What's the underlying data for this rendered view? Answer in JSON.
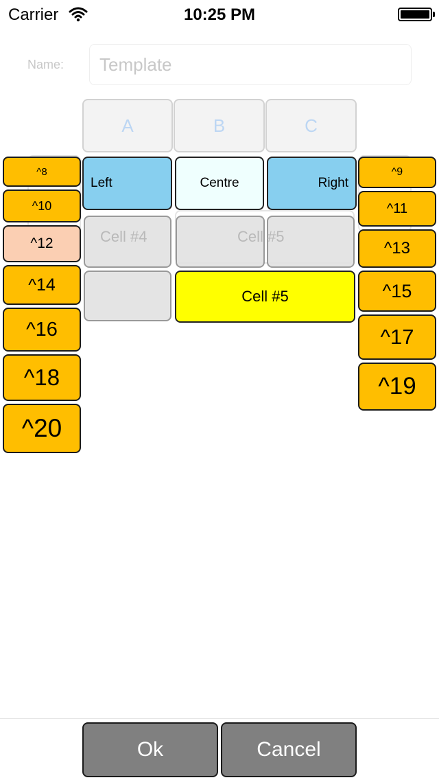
{
  "status_bar": {
    "carrier": "Carrier",
    "time": "10:25 PM"
  },
  "form": {
    "name_label": "Name:",
    "name_placeholder": "Template",
    "name_value": ""
  },
  "columns": [
    "A",
    "B",
    "C"
  ],
  "top_cells": {
    "left": "Left",
    "centre": "Centre",
    "right": "Right"
  },
  "ghost_cells": {
    "cell4": "Cell #4",
    "cell5": "Cell #5"
  },
  "highlight_cell": "Cell #5",
  "left_buttons": [
    "^8",
    "^10",
    "^12",
    "^14",
    "^16",
    "^18",
    "^20"
  ],
  "right_buttons": [
    "^9",
    "^11",
    "^13",
    "^15",
    "^17",
    "^19"
  ],
  "bottom": {
    "ok": "Ok",
    "cancel": "Cancel"
  },
  "colors": {
    "side_button": "#ffbe00",
    "side_button_selected": "#fbcfb3",
    "cell_blue": "#87cfef",
    "cell_centre": "#effffe",
    "cell_highlight": "#ffff00",
    "bottom_button": "#808080"
  },
  "icons": [
    "wifi-icon",
    "battery-icon"
  ]
}
